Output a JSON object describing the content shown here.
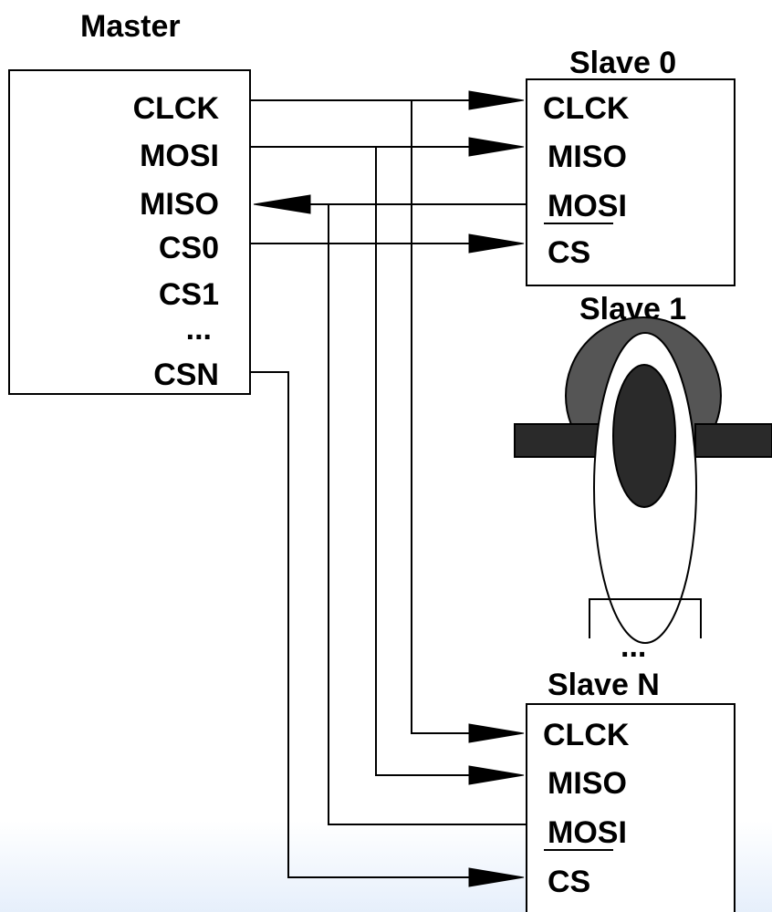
{
  "master": {
    "title": "Master",
    "pins": {
      "clck": "CLCK",
      "mosi": "MOSI",
      "miso": "MISO",
      "cs0": "CS0",
      "cs1": "CS1",
      "ellipsis": "...",
      "csn": "CSN"
    }
  },
  "slave0": {
    "title": "Slave 0",
    "pins": {
      "clck": "CLCK",
      "miso": "MISO",
      "mosi": "MOSI",
      "cs": "CS"
    }
  },
  "slave1": {
    "title": "Slave 1"
  },
  "ellipsis_between": "...",
  "slaveN": {
    "title": "Slave N",
    "pins": {
      "clck": "CLCK",
      "miso": "MISO",
      "mosi": "MOSI",
      "cs": "CS"
    }
  },
  "colors": {
    "line": "#000000",
    "helmet_outer": "#555555",
    "helmet_inner": "#2a2a2a",
    "background_bottom": "#e6effb"
  }
}
